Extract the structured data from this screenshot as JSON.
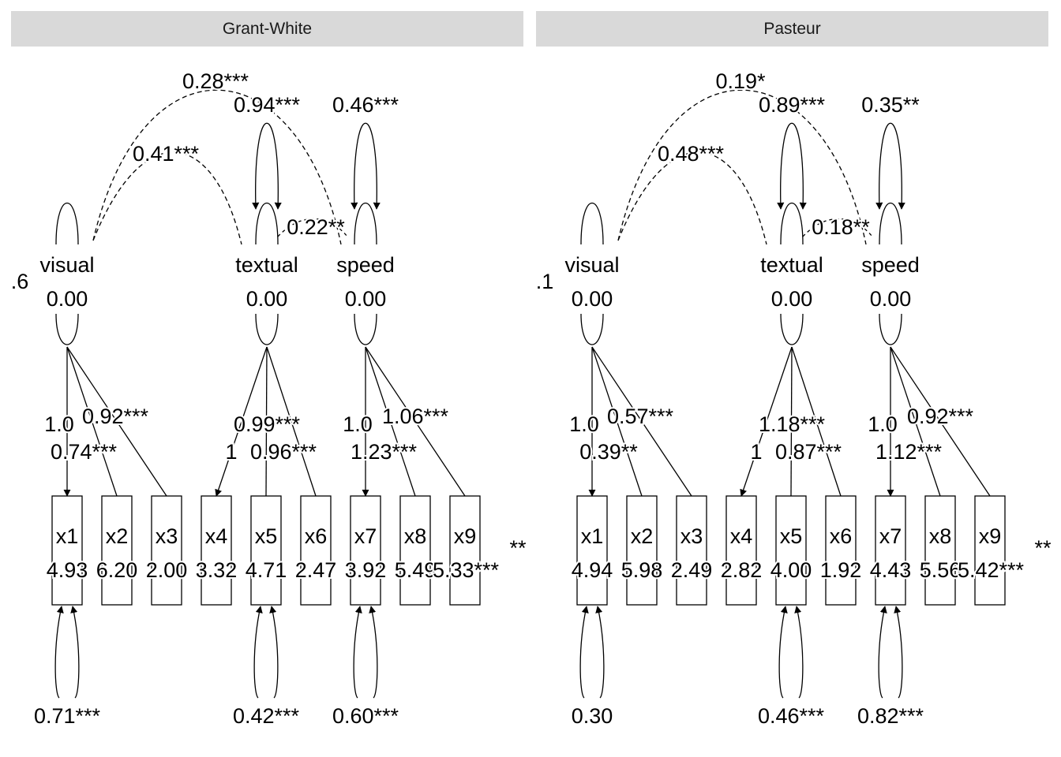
{
  "panels": [
    {
      "title": "Grant-White",
      "factors": [
        {
          "name": "visual",
          "mean": "0.00"
        },
        {
          "name": "textual",
          "mean": "0.00"
        },
        {
          "name": "speed",
          "mean": "0.00"
        }
      ],
      "covariances": {
        "visual_speed": "0.28***",
        "textual_var": "0.94***",
        "speed_var": "0.46***",
        "visual_textual": "0.41***",
        "textual_speed": "0.22**"
      },
      "loadings": {
        "x1": "1.0",
        "x2": "0.74***",
        "x3": "0.92***",
        "x4": "1",
        "x5": "0.99***",
        "x6": "0.96***",
        "x7": "1.0",
        "x8": "1.23***",
        "x9": "1.06***"
      },
      "indicators": [
        "x1",
        "x2",
        "x3",
        "x4",
        "x5",
        "x6",
        "x7",
        "x8",
        "x9"
      ],
      "intercepts": [
        "4.93",
        "6.20",
        "2.00",
        "3.32",
        "4.71",
        "2.47",
        "3.92",
        "5.49",
        "5.33***"
      ],
      "residuals": {
        "x1": "0.71***",
        "x5": "0.42***",
        "x7": "0.60***"
      },
      "left_clipped": ".6",
      "right_clipped": "**"
    },
    {
      "title": "Pasteur",
      "factors": [
        {
          "name": "visual",
          "mean": "0.00"
        },
        {
          "name": "textual",
          "mean": "0.00"
        },
        {
          "name": "speed",
          "mean": "0.00"
        }
      ],
      "covariances": {
        "visual_speed": "0.19*",
        "textual_var": "0.89***",
        "speed_var": "0.35**",
        "visual_textual": "0.48***",
        "textual_speed": "0.18**"
      },
      "loadings": {
        "x1": "1.0",
        "x2": "0.39**",
        "x3": "0.57***",
        "x4": "1",
        "x5": "1.18***",
        "x6": "0.87***",
        "x7": "1.0",
        "x8": "1.12***",
        "x9": "0.92***"
      },
      "indicators": [
        "x1",
        "x2",
        "x3",
        "x4",
        "x5",
        "x6",
        "x7",
        "x8",
        "x9"
      ],
      "intercepts": [
        "4.94",
        "5.98",
        "2.49",
        "2.82",
        "4.00",
        "1.92",
        "4.43",
        "5.56",
        "5.42***"
      ],
      "residuals": {
        "x1": "0.30",
        "x5": "0.46***",
        "x7": "0.82***"
      },
      "left_clipped": ".1",
      "right_clipped": "**"
    }
  ]
}
